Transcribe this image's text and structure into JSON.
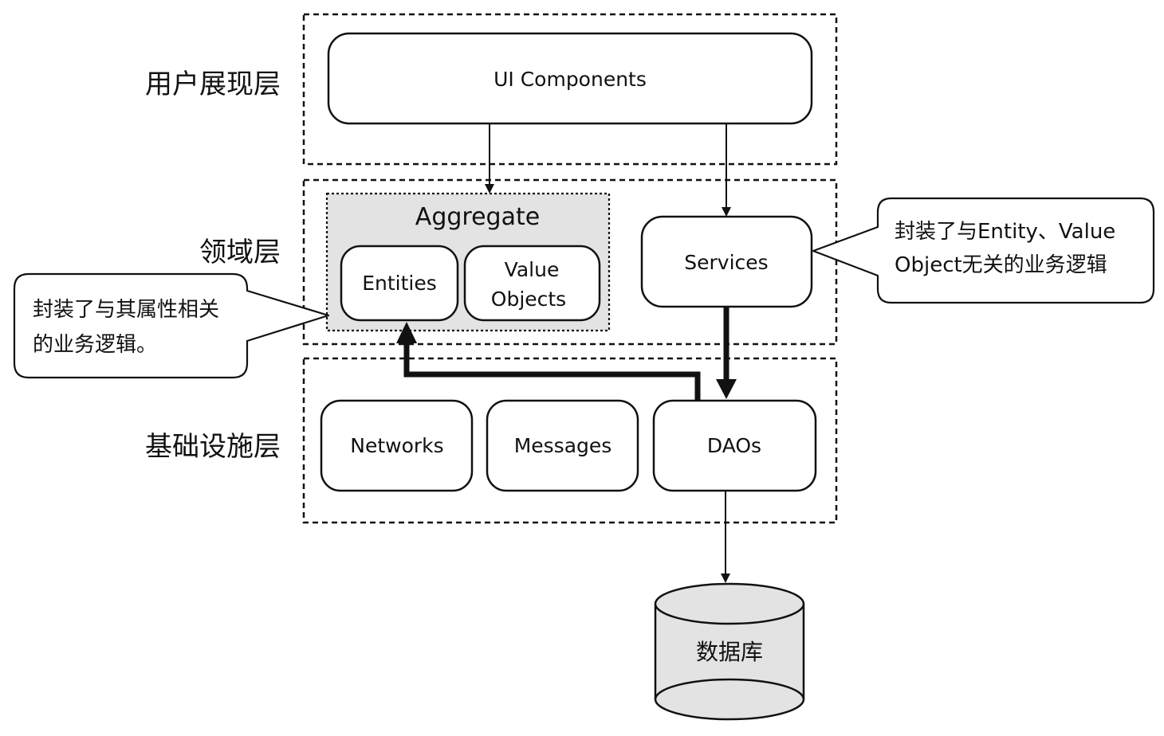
{
  "layers": {
    "presentation": "用户展现层",
    "domain": "领域层",
    "infrastructure": "基础设施层"
  },
  "nodes": {
    "ui_components": "UI Components",
    "aggregate": "Aggregate",
    "entities": "Entities",
    "value_objects_line1": "Value",
    "value_objects_line2": "Objects",
    "services": "Services",
    "networks": "Networks",
    "messages": "Messages",
    "daos": "DAOs",
    "database": "数据库"
  },
  "callouts": {
    "left_line1": "封装了与其属性相关",
    "left_line2": "的业务逻辑。",
    "right_line1": "封装了与Entity、Value",
    "right_line2": "Object无关的业务逻辑"
  }
}
